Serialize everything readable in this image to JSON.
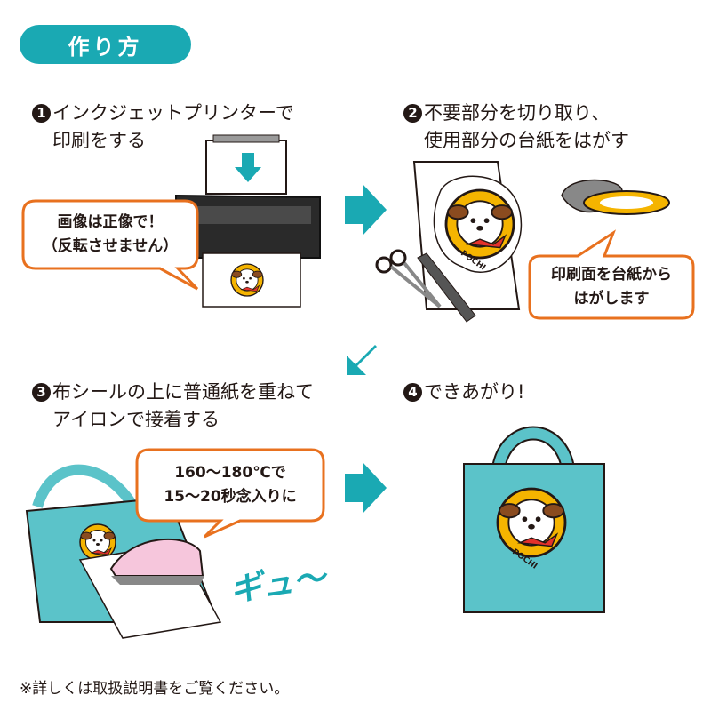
{
  "header": {
    "title": "作り方"
  },
  "steps": [
    {
      "number": "1",
      "line1": "インクジェットプリンターで",
      "line2": "印刷をする"
    },
    {
      "number": "2",
      "line1": "不要部分を切り取り、",
      "line2": "使用部分の台紙をはがす"
    },
    {
      "number": "3",
      "line1": "布シールの上に普通紙を重ねて",
      "line2": "アイロンで接着する"
    },
    {
      "number": "4",
      "line1": "できあがり!",
      "line2": ""
    }
  ],
  "callouts": {
    "print": {
      "line1": "画像は正像で！",
      "line2": "（反転させません）"
    },
    "peel": {
      "line1": "印刷面を台紙から",
      "line2": "はがします"
    },
    "iron": {
      "line1": "160〜180℃で",
      "line2": "15〜20秒念入りに"
    }
  },
  "sound_effect": "ギュ〜",
  "mascot_text": "POCHI",
  "footer": "※詳しくは取扱説明書をご覧ください。",
  "colors": {
    "accent": "#1aa9b3",
    "callout_border": "#e8711f",
    "bag": "#5bc3c9",
    "mascot_ring": "#f5b400"
  }
}
